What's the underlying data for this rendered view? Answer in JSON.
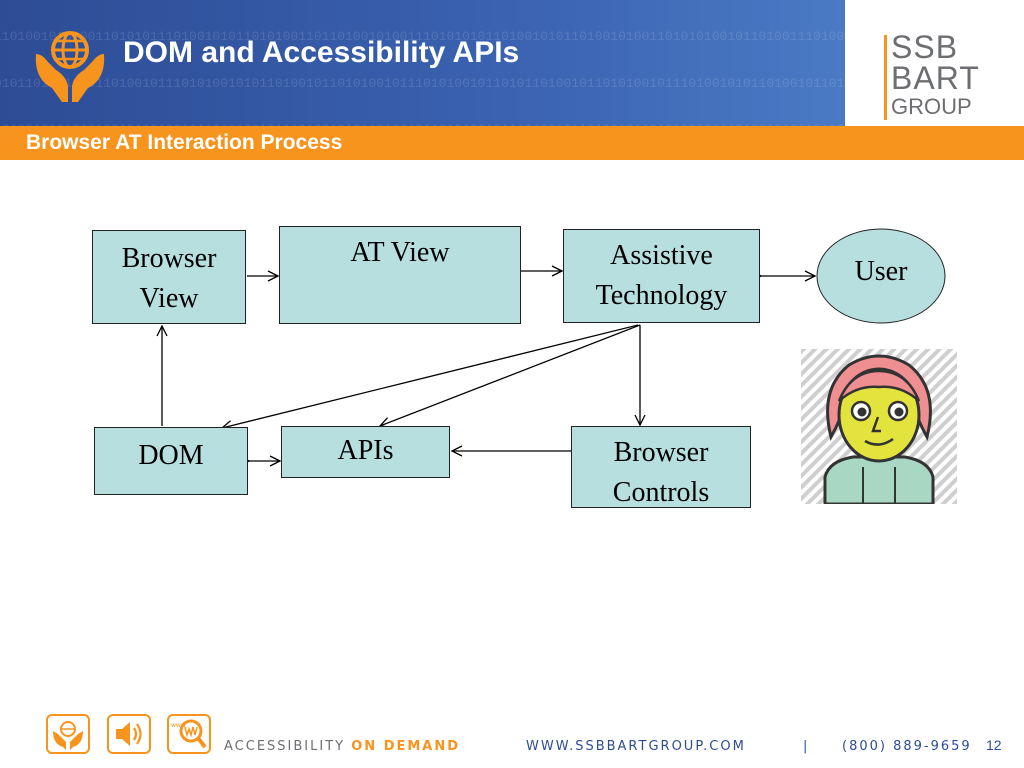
{
  "header": {
    "title": "DOM and Accessibility APIs",
    "logo_lines": [
      "SSB",
      "BART",
      "GROUP"
    ]
  },
  "subheader": {
    "title": "Browser AT Interaction Process"
  },
  "diagram": {
    "nodes": {
      "browser_view": "Browser View",
      "at_view": "AT View",
      "assistive_technology": "Assistive Technology",
      "user": "User",
      "dom": "DOM",
      "apis": "APIs",
      "browser_controls": "Browser Controls"
    }
  },
  "footer": {
    "tagline_part1": "ACCESSIBILITY",
    "tagline_part2": "ON DEMAND",
    "website": "WWW.SSBBARTGROUP.COM",
    "separator": "|",
    "phone": "(800) 889-9659",
    "page_number": "12"
  },
  "colors": {
    "header_blue": "#2d4c95",
    "accent_orange": "#f7941d",
    "box_fill": "#b7dfe0",
    "logo_gray": "#6d6e71"
  },
  "icons": [
    "globe-in-hands-icon",
    "speaker-icon",
    "www-magnifier-icon",
    "person-avatar-icon"
  ]
}
